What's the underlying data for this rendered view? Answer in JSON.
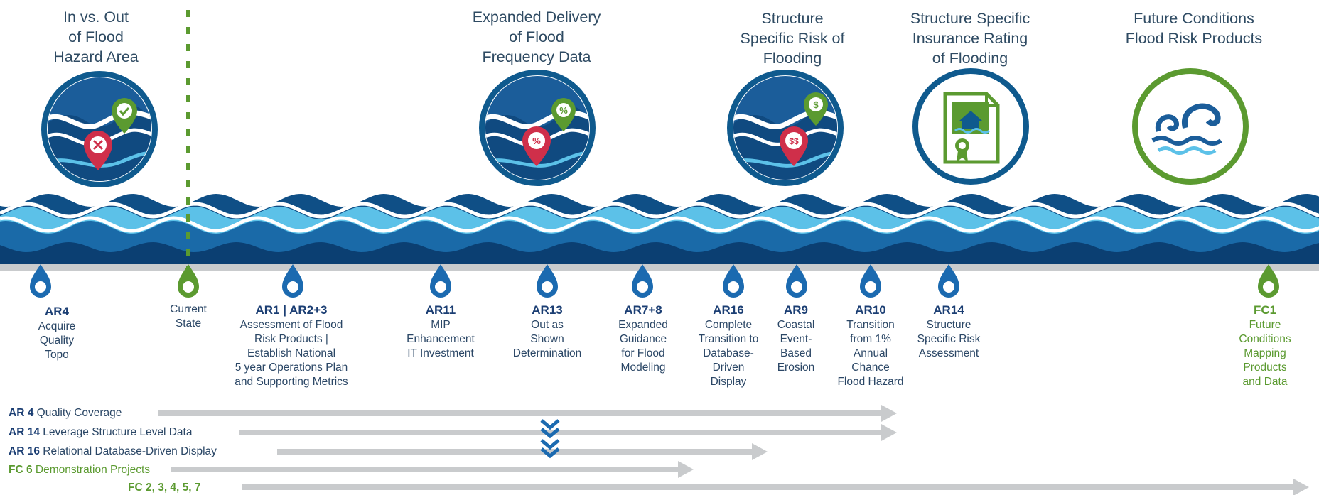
{
  "colors": {
    "navy": "#1b4f8a",
    "deep_blue": "#0f5a8e",
    "light_blue": "#5cc1e8",
    "green": "#5b9a30",
    "gray_bar": "#c9cbcd",
    "text": "#2f4b63"
  },
  "headers": [
    {
      "text": "In vs. Out\nof Flood\nHazard Area"
    },
    {
      "text": "Expanded Delivery\nof Flood\nFrequency Data"
    },
    {
      "text": "Structure\nSpecific Risk of\nFlooding"
    },
    {
      "text": "Structure Specific\nInsurance Rating\nof Flooding"
    },
    {
      "text": "Future Conditions\nFlood Risk Products"
    }
  ],
  "icons": [
    {
      "name": "flood-map-check-icon",
      "badge": "✓"
    },
    {
      "name": "flood-map-percent-icon",
      "badge": "%"
    },
    {
      "name": "flood-map-dollar-icon",
      "badge": "$"
    },
    {
      "name": "insurance-certificate-icon",
      "badge": ""
    },
    {
      "name": "future-waves-icon",
      "badge": ""
    }
  ],
  "milestones": [
    {
      "code": "AR4",
      "desc": "Acquire\nQuality\nTopo",
      "color": "blue"
    },
    {
      "code": "",
      "desc": "Current\nState",
      "color": "green"
    },
    {
      "code": "AR1 | AR2+3",
      "desc": "Assessment of Flood\nRisk Products |\nEstablish National\n5 year Operations Plan\nand Supporting Metrics",
      "color": "blue"
    },
    {
      "code": "AR11",
      "desc": "MIP\nEnhancement\nIT Investment",
      "color": "blue"
    },
    {
      "code": "AR13",
      "desc": "Out as\nShown\nDetermination",
      "color": "blue"
    },
    {
      "code": "AR7+8",
      "desc": "Expanded\nGuidance\nfor Flood\nModeling",
      "color": "blue"
    },
    {
      "code": "AR16",
      "desc": "Complete\nTransition to\nDatabase-\nDriven\nDisplay",
      "color": "blue"
    },
    {
      "code": "AR9",
      "desc": "Coastal\nEvent-\nBased\nErosion",
      "color": "blue"
    },
    {
      "code": "AR10",
      "desc": "Transition\nfrom 1%\nAnnual\nChance\nFlood Hazard",
      "color": "blue"
    },
    {
      "code": "AR14",
      "desc": "Structure\nSpecific Risk\nAssessment",
      "color": "blue"
    },
    {
      "code": "FC1",
      "desc": "Future\nConditions\nMapping\nProducts\nand Data",
      "color": "green"
    }
  ],
  "tracks": [
    {
      "code": "AR 4",
      "label": "Quality Coverage",
      "color": "blue"
    },
    {
      "code": "AR 14",
      "label": "Leverage Structure Level Data",
      "color": "blue"
    },
    {
      "code": "AR 16",
      "label": "Relational Database-Driven Display",
      "color": "blue"
    },
    {
      "code": "FC 6",
      "label": "Demonstration Projects",
      "color": "green"
    },
    {
      "code": "FC 2, 3, 4, 5, 7",
      "label": "",
      "color": "green"
    }
  ],
  "chevron_icon": "double-chevron-down-icon"
}
